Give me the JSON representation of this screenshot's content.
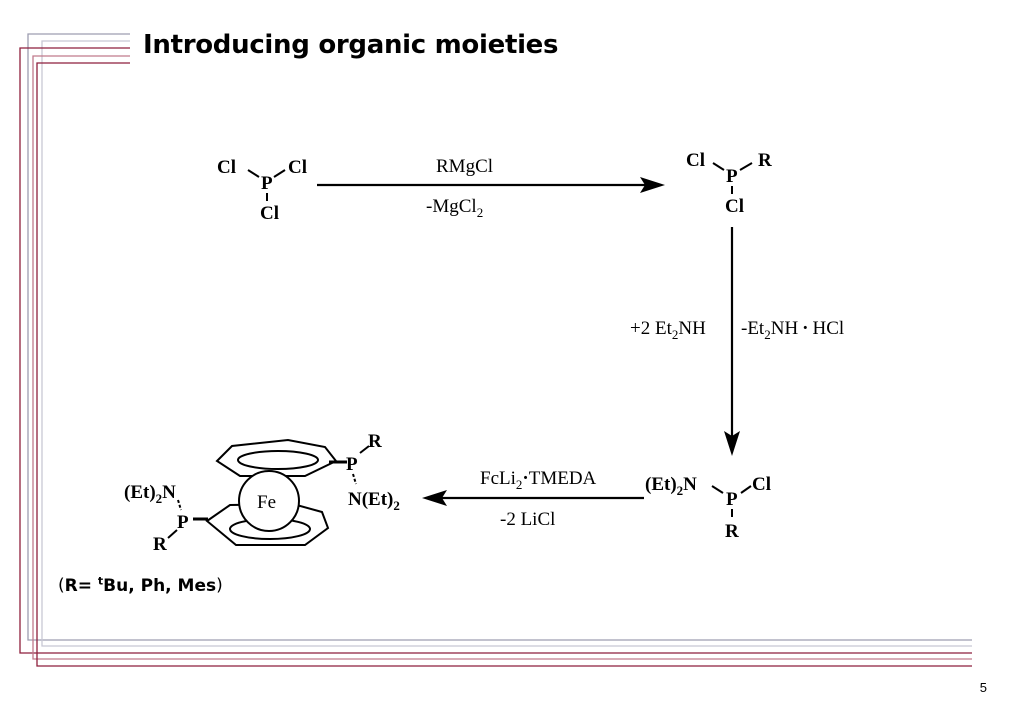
{
  "slide": {
    "title": "Introducing organic moieties",
    "page_number": "5",
    "note": {
      "open": "(",
      "prefix": "R= ",
      "sup": "t",
      "rest": "Bu, Ph, Mes",
      "close": ")"
    }
  },
  "scheme": {
    "pcl3": {
      "cl_left": "Cl",
      "cl_right": "Cl",
      "p": "P",
      "cl_bottom": "Cl"
    },
    "step1": {
      "above": "RMgCl",
      "below_main": "-MgCl",
      "below_sub": "2"
    },
    "rpcl2": {
      "cl_left": "Cl",
      "r": "R",
      "p": "P",
      "cl_bottom": "Cl"
    },
    "step2": {
      "left_main": "+2 Et",
      "left_sub": "2",
      "left_end": "NH",
      "right_main": "-Et",
      "right_sub": "2",
      "right_mid": "NH",
      "dot": "·",
      "right_end": "HCl"
    },
    "aminophosphine": {
      "amine": "(Et)",
      "amine_sub": "2",
      "amine_n": "N",
      "p": "P",
      "cl": "Cl",
      "r": "R"
    },
    "step3": {
      "above_main": "FcLi",
      "above_sub": "2",
      "dot": "·",
      "above_end": "TMEDA",
      "below": "-2 LiCl"
    },
    "ferrocene": {
      "metal": "Fe",
      "top_p": "P",
      "top_r": "R",
      "top_n": "N(Et)",
      "top_n_sub": "2",
      "bottom_amine": "(Et)",
      "bottom_amine_sub": "2",
      "bottom_n": "N",
      "bottom_p": "P",
      "bottom_r": "R"
    }
  },
  "colors": {
    "frame_lines": [
      "#9d9db0",
      "#c8c8d4",
      "#8e1f3c",
      "#b0405a",
      "#6e6e80"
    ]
  }
}
